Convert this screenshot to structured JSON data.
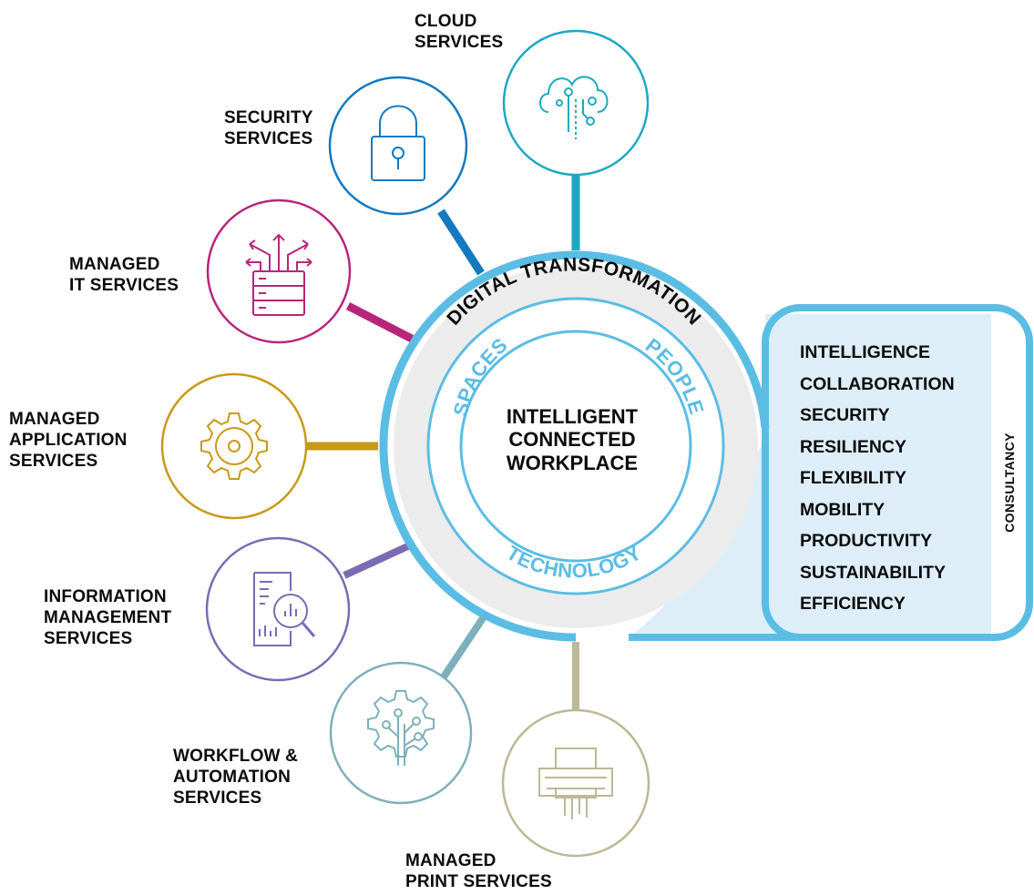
{
  "center": {
    "title_lines": [
      "INTELLIGENT",
      "CONNECTED",
      "WORKPLACE"
    ]
  },
  "outer_ring_text": "DIGITAL TRANSFORMATION",
  "inner_ring": {
    "left": "SPACES",
    "right": "PEOPLE",
    "bottom": "TECHNOLOGY"
  },
  "services": [
    {
      "id": "cloud",
      "lines": [
        "CLOUD",
        "SERVICES"
      ],
      "color": "#1ea9c0",
      "icon": "cloud-network-icon"
    },
    {
      "id": "security",
      "lines": [
        "SECURITY",
        "SERVICES"
      ],
      "color": "#1479be",
      "icon": "padlock-icon"
    },
    {
      "id": "managed-it",
      "lines": [
        "MANAGED",
        "IT SERVICES"
      ],
      "color": "#b7267a",
      "icon": "server-arrows-icon"
    },
    {
      "id": "managed-application",
      "lines": [
        "MANAGED",
        "APPLICATION",
        "SERVICES"
      ],
      "color": "#c79a18",
      "icon": "gear-icon"
    },
    {
      "id": "information-management",
      "lines": [
        "INFORMATION",
        "MANAGEMENT",
        "SERVICES"
      ],
      "color": "#7b6bb3",
      "icon": "document-magnifier-icon"
    },
    {
      "id": "workflow-automation",
      "lines": [
        "WORKFLOW &",
        "AUTOMATION",
        "SERVICES"
      ],
      "color": "#7fb0bb",
      "icon": "gear-circuit-icon"
    },
    {
      "id": "managed-print",
      "lines": [
        "MANAGED",
        "PRINT SERVICES"
      ],
      "color": "#bdb896",
      "icon": "printer-icon"
    }
  ],
  "consultancy": {
    "label": "CONSULTANCY",
    "values": [
      "INTELLIGENCE",
      "COLLABORATION",
      "SECURITY",
      "RESILIENCY",
      "FLEXIBILITY",
      "MOBILITY",
      "PRODUCTIVITY",
      "SUSTAINABILITY",
      "EFFICIENCY"
    ]
  },
  "colors": {
    "ring_blue": "#5bbde4",
    "panel_fill": "#deeef8",
    "ring_grey": "#ececec"
  }
}
